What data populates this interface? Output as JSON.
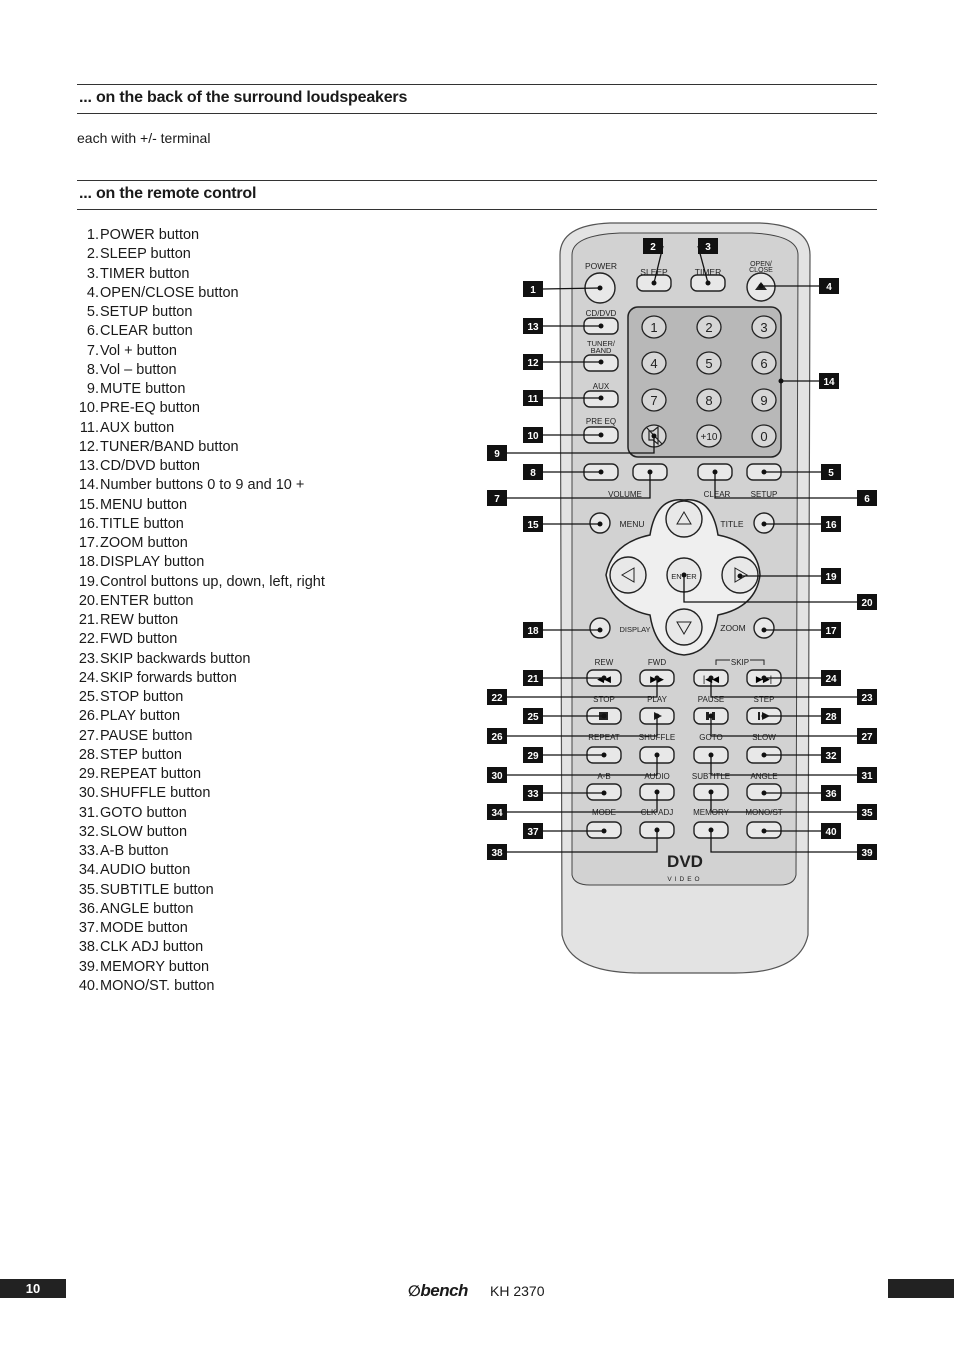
{
  "headings": {
    "back": "... on the back of the surround loudspeakers",
    "remote": "... on the remote control"
  },
  "terminal_text": "each with +/- terminal",
  "items": [
    {
      "num": "1.",
      "label": "POWER button"
    },
    {
      "num": "2.",
      "label": "SLEEP button"
    },
    {
      "num": "3.",
      "label": "TIMER button"
    },
    {
      "num": "4.",
      "label": "OPEN/CLOSE button"
    },
    {
      "num": "5.",
      "label": "SETUP button"
    },
    {
      "num": "6.",
      "label": "CLEAR button"
    },
    {
      "num": "7.",
      "label": "Vol + button"
    },
    {
      "num": "8.",
      "label": "Vol – button"
    },
    {
      "num": "9.",
      "label": "MUTE button"
    },
    {
      "num": "10.",
      "label": "PRE-EQ button"
    },
    {
      "num": "11.",
      "label": "AUX button"
    },
    {
      "num": "12.",
      "label": "TUNER/BAND button"
    },
    {
      "num": "13.",
      "label": "CD/DVD button"
    },
    {
      "num": "14.",
      "label": "Number buttons 0 to 9 and 10 +"
    },
    {
      "num": "15.",
      "label": "MENU button"
    },
    {
      "num": "16.",
      "label": "TITLE button"
    },
    {
      "num": "17.",
      "label": "ZOOM button"
    },
    {
      "num": "18.",
      "label": "DISPLAY button"
    },
    {
      "num": "19.",
      "label": "Control buttons up, down, left, right"
    },
    {
      "num": "20.",
      "label": "ENTER button"
    },
    {
      "num": "21.",
      "label": "REW button"
    },
    {
      "num": "22.",
      "label": "FWD button"
    },
    {
      "num": "23.",
      "label": "SKIP backwards button"
    },
    {
      "num": "24.",
      "label": "SKIP forwards button"
    },
    {
      "num": "25.",
      "label": "STOP button"
    },
    {
      "num": "26.",
      "label": "PLAY button"
    },
    {
      "num": "27.",
      "label": "PAUSE button"
    },
    {
      "num": "28.",
      "label": "STEP button"
    },
    {
      "num": "29.",
      "label": "REPEAT button"
    },
    {
      "num": "30.",
      "label": "SHUFFLE button"
    },
    {
      "num": "31.",
      "label": "GOTO button"
    },
    {
      "num": "32.",
      "label": "SLOW button"
    },
    {
      "num": "33.",
      "label": "A-B button"
    },
    {
      "num": "34.",
      "label": "AUDIO button"
    },
    {
      "num": "35.",
      "label": "SUBTITLE button"
    },
    {
      "num": "36.",
      "label": "ANGLE button"
    },
    {
      "num": "37.",
      "label": "MODE button"
    },
    {
      "num": "38.",
      "label": "CLK ADJ button"
    },
    {
      "num": "39.",
      "label": "MEMORY button"
    },
    {
      "num": "40.",
      "label": "MONO/ST. button"
    }
  ],
  "remote": {
    "labels": {
      "power": "POWER",
      "sleep": "SLEEP",
      "timer": "TIMER",
      "open": "OPEN/",
      "close": "CLOSE",
      "cddvd": "CD/DVD",
      "tuner": "TUNER/",
      "band": "BAND",
      "aux": "AUX",
      "preeq": "PRE EQ",
      "volume": "VOLUME",
      "clear": "CLEAR",
      "setup": "SETUP",
      "menu": "MENU",
      "title": "TITLE",
      "enter": "ENTER",
      "display": "DISPLAY",
      "zoom": "ZOOM",
      "rew": "REW",
      "fwd": "FWD",
      "skip": "SKIP",
      "stop": "STOP",
      "play": "PLAY",
      "pause": "PAUSE",
      "step": "STEP",
      "repeat": "REPEAT",
      "shuffle": "SHUFFLE",
      "goto": "GOTO",
      "slow": "SLOW",
      "ab": "A-B",
      "audio": "AUDIO",
      "subtitle": "SUBTITLE",
      "angle": "ANGLE",
      "mode": "MODE",
      "clkadj": "CLK ADJ",
      "memory": "MEMORY",
      "monost": "MONO/ST",
      "dvd": "DVD",
      "video": "VIDEO"
    },
    "digits": [
      "1",
      "2",
      "3",
      "4",
      "5",
      "6",
      "7",
      "8",
      "9",
      "+10",
      "0"
    ],
    "callouts": [
      "1",
      "2",
      "3",
      "4",
      "5",
      "6",
      "7",
      "8",
      "9",
      "10",
      "11",
      "12",
      "13",
      "14",
      "15",
      "16",
      "17",
      "18",
      "19",
      "20",
      "21",
      "22",
      "23",
      "24",
      "25",
      "26",
      "27",
      "28",
      "29",
      "30",
      "31",
      "32",
      "33",
      "34",
      "35",
      "36",
      "37",
      "38",
      "39",
      "40"
    ]
  },
  "footer": {
    "page": "10",
    "brand": "bench",
    "model": "KH 2370"
  }
}
